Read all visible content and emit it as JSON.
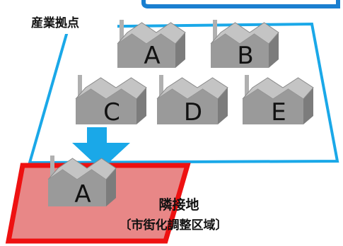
{
  "industrial_zone": {
    "label": "産業拠点",
    "outline_color": "#1aa8e8",
    "top_bar_color": "#1a7fd0"
  },
  "factories": [
    {
      "id": "factory-a",
      "label": "A"
    },
    {
      "id": "factory-b",
      "label": "B"
    },
    {
      "id": "factory-c",
      "label": "C"
    },
    {
      "id": "factory-d",
      "label": "D"
    },
    {
      "id": "factory-e",
      "label": "E"
    }
  ],
  "adjacent_land": {
    "factory_label": "A",
    "title": "隣接地",
    "subtitle": "〔市街化調整区域〕",
    "outline_color": "#ee1111",
    "fill_color": "#e88787"
  },
  "relocation_arrow": {
    "color": "#1aa8e8"
  },
  "factory_colors": {
    "front": "#9a9a9a",
    "top": "#c4c4c4",
    "side": "#7c7c7c",
    "chimney": "#b0b0b0"
  }
}
